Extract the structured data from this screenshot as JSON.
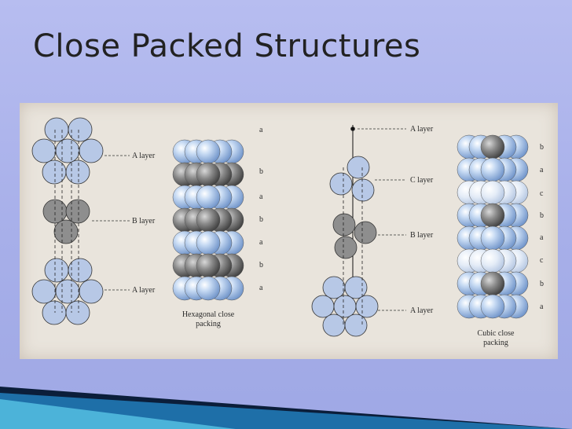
{
  "slide": {
    "title": "Close Packed Structures"
  },
  "figure": {
    "hcp": {
      "layer_labels": [
        "A layer",
        "B layer",
        "A layer"
      ],
      "stack_letters": [
        "a",
        "b",
        "a",
        "b",
        "a",
        "b",
        "a"
      ],
      "caption_line1": "Hexagonal close",
      "caption_line2": "packing"
    },
    "ccp": {
      "layer_labels": [
        "A layer",
        "C layer",
        "B layer",
        "A layer"
      ],
      "stack_letters": [
        "b",
        "a",
        "c",
        "b",
        "a",
        "c",
        "b",
        "a"
      ],
      "caption_line1": "Cubic close",
      "caption_line2": "packing"
    }
  }
}
